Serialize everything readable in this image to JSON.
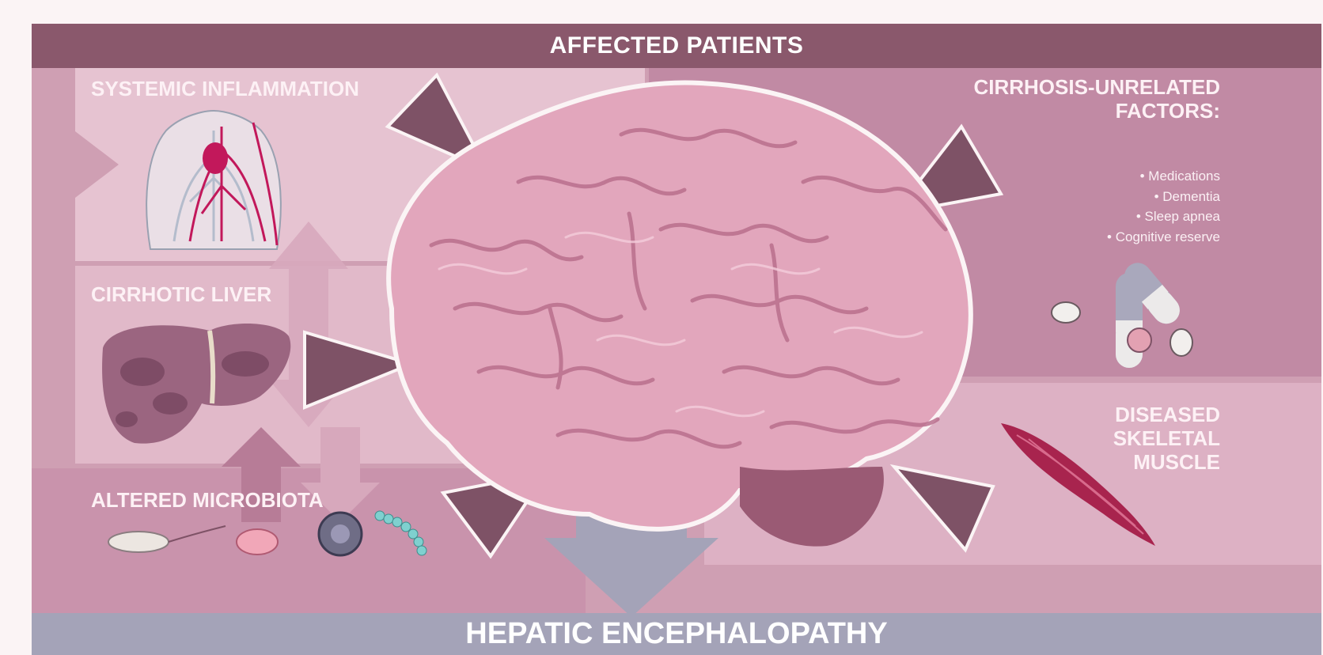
{
  "header": {
    "title": "AFFECTED PATIENTS"
  },
  "footer": {
    "title": "HEPATIC ENCEPHALOPATHY"
  },
  "panels": {
    "systemic": {
      "label": "SYSTEMIC INFLAMMATION"
    },
    "liver": {
      "label": "CIRRHOTIC LIVER"
    },
    "microbiota": {
      "label": "ALTERED MICROBIOTA"
    },
    "factors": {
      "label_line1": "CIRRHOSIS-UNRELATED",
      "label_line2": "FACTORS:",
      "items": [
        "• Medications",
        "• Dementia",
        "• Sleep apnea",
        "• Cognitive reserve"
      ]
    },
    "muscle": {
      "label_line1": "DISEASED",
      "label_line2": "SKELETAL",
      "label_line3": "MUSCLE"
    }
  },
  "colors": {
    "header": "#8a586c",
    "footer": "#a4a3b8",
    "arrow": "#7e5266",
    "panel_light": "#e8c4d2",
    "panel_mid": "#d6a9bd",
    "panel_dark": "#c48da5",
    "brain": "#e4a9bf"
  }
}
